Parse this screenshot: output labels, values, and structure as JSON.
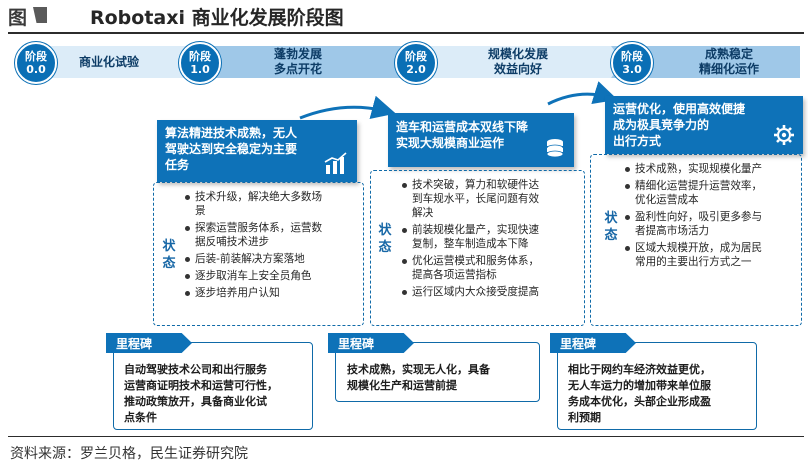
{
  "header": {
    "figure_label": "图",
    "title": "Robotaxi 商业化发展阶段图"
  },
  "stages": [
    {
      "circle_line1": "阶段",
      "circle_line2": "0.0",
      "label": "商业化试验"
    },
    {
      "circle_line1": "阶段",
      "circle_line2": "1.0",
      "label_line1": "蓬勃发展",
      "label_line2": "多点开花"
    },
    {
      "circle_line1": "阶段",
      "circle_line2": "2.0",
      "label_line1": "规模化发展",
      "label_line2": "效益向好"
    },
    {
      "circle_line1": "阶段",
      "circle_line2": "3.0",
      "label_line1": "成熟稳定",
      "label_line2": "精细化运作"
    }
  ],
  "goals": [
    {
      "line1": "算法精进技术成熟，无人",
      "line2": "驾驶达到安全稳定为主要",
      "line3": "任务",
      "icon": "bar-chart-icon"
    },
    {
      "line1": "造车和运营成本双线下降",
      "line2": "实现大规模商业运作",
      "icon": "coins-icon"
    },
    {
      "line1": "运营优化，使用高效便捷",
      "line2": "成为极具竞争力的",
      "line3": "出行方式",
      "icon": "gear-icon"
    }
  ],
  "state_label_top": "状",
  "state_label_bottom": "态",
  "panels": [
    {
      "items": [
        {
          "l1": "技术升级，解决绝大多数场",
          "l2": "景"
        },
        {
          "l1": "探索运营服务体系，运营数",
          "l2": "据反哺技术进步"
        },
        {
          "l1": "后装-前装解决方案落地",
          "l2": ""
        },
        {
          "l1": "逐步取消车上安全员角色",
          "l2": ""
        },
        {
          "l1": "逐步培养用户认知",
          "l2": ""
        }
      ]
    },
    {
      "items": [
        {
          "l1": "技术突破，算力和软硬件达",
          "l2": "到车规水平，长尾问题有效",
          "l3": "解决"
        },
        {
          "l1": "前装规模化量产，实现快速",
          "l2": "复制，整车制造成本下降",
          "l3": ""
        },
        {
          "l1": "优化运营模式和服务体系，",
          "l2": "提高各项运营指标",
          "l3": ""
        },
        {
          "l1": "运行区域内大众接受度提高",
          "l2": "",
          "l3": ""
        }
      ]
    },
    {
      "items": [
        {
          "l1": "技术成熟，实现规模化量产",
          "l2": ""
        },
        {
          "l1": "精细化运营提升运营效率，",
          "l2": "优化运营成本"
        },
        {
          "l1": "盈利性向好，吸引更多参与",
          "l2": "者提高市场活力"
        },
        {
          "l1": "区域大规模开放，成为居民",
          "l2": "常用的主要出行方式之一"
        }
      ]
    }
  ],
  "milestone_label": "里程碑",
  "milestones": [
    {
      "l1": "自动驾驶技术公司和出行服务",
      "l2": "运营商证明技术和运营可行性，",
      "l3": "推动政策放开，具备商业化试",
      "l4": "点条件"
    },
    {
      "l1": "技术成熟，实现无人化，具备",
      "l2": "规模化生产和运营前提",
      "l3": "",
      "l4": ""
    },
    {
      "l1": "相比于网约车经济效益更优，",
      "l2": "无人车运力的增加带来单位服",
      "l3": "务成本优化，头部企业形成盈",
      "l4": "利预期"
    }
  ],
  "source": "资料来源：罗兰贝格，民生证券研究院",
  "colors": {
    "primary": "#0e72b8",
    "light": "#dcecf8",
    "mid": "#9fc8e8",
    "text": "#1d1d1d"
  }
}
